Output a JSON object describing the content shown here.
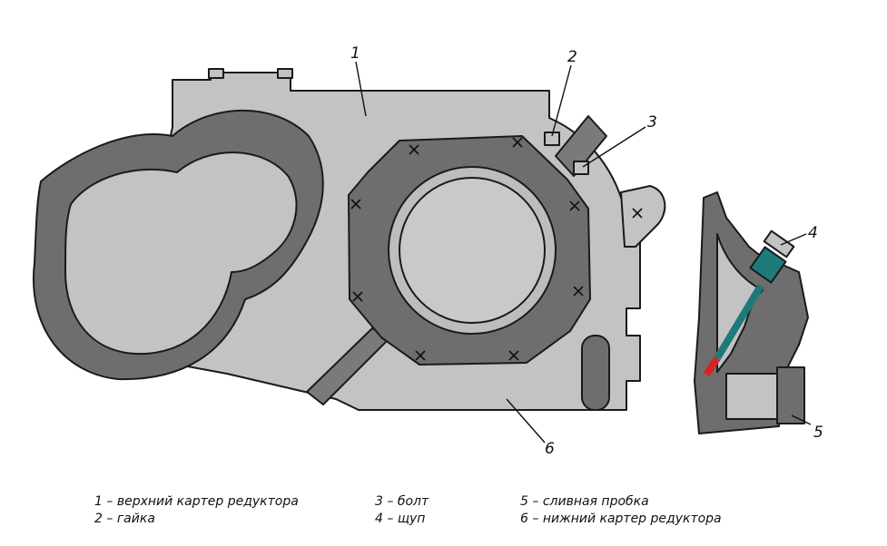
{
  "callouts": [
    "1",
    "2",
    "3",
    "4",
    "5",
    "6"
  ],
  "legend": [
    {
      "num": "1",
      "text": "верхний картер редуктора"
    },
    {
      "num": "2",
      "text": "гайка"
    },
    {
      "num": "3",
      "text": "болт"
    },
    {
      "num": "4",
      "text": "щуп"
    },
    {
      "num": "5",
      "text": "сливная пробка"
    },
    {
      "num": "6",
      "text": "нижний картер редуктора"
    }
  ],
  "colors": {
    "housing": "#c3c3c3",
    "ring": "#6e6e6e",
    "outline": "#1a1a1a",
    "dipstick": "#1f7a7a",
    "dipstick_tip": "#d0262a"
  }
}
